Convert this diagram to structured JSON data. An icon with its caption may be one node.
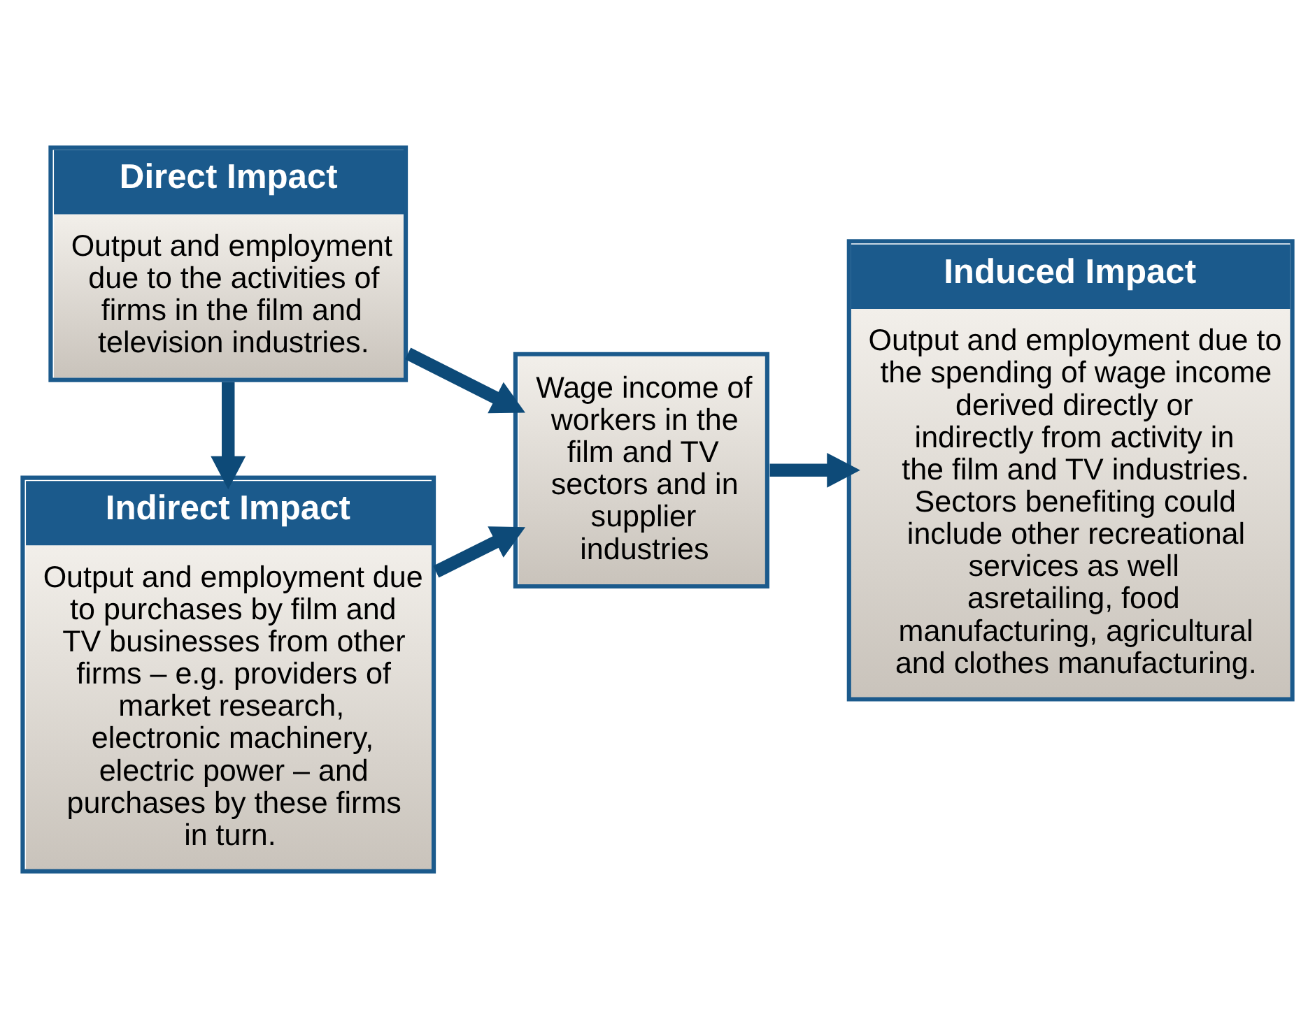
{
  "diagram": {
    "nodes": [
      {
        "text": [
          "Direct Impact",
          "Output and employment due to the activities of firms in the film and television industries."
        ]
      },
      {
        "text": [
          "Indirect Impact",
          "Output and employment due to purchases by film and TV businesses from other firms – e.g. providers of market research, electronic machinery, electric power – and purchases by these firms in turn."
        ]
      },
      {
        "text": [
          "Wage income of workers in the film and TV sectors and in supplier industries"
        ]
      },
      {
        "text": [
          "Induced Impact",
          "Output and employment due to the spending of wage income derived directly or indirectly from activity in the film and TV industries. Sectors benefiting could include other recreational services as well asretailing, food manufacturing, agricultural and clothes manufacturing."
        ]
      }
    ],
    "edges": [
      {
        "from": 0,
        "to": 1,
        "arrow": "to"
      },
      {
        "from": 0,
        "to": 2,
        "arrow": "to"
      },
      {
        "from": 1,
        "to": 2,
        "arrow": "to"
      },
      {
        "from": 2,
        "to": 3,
        "arrow": "to"
      }
    ]
  }
}
